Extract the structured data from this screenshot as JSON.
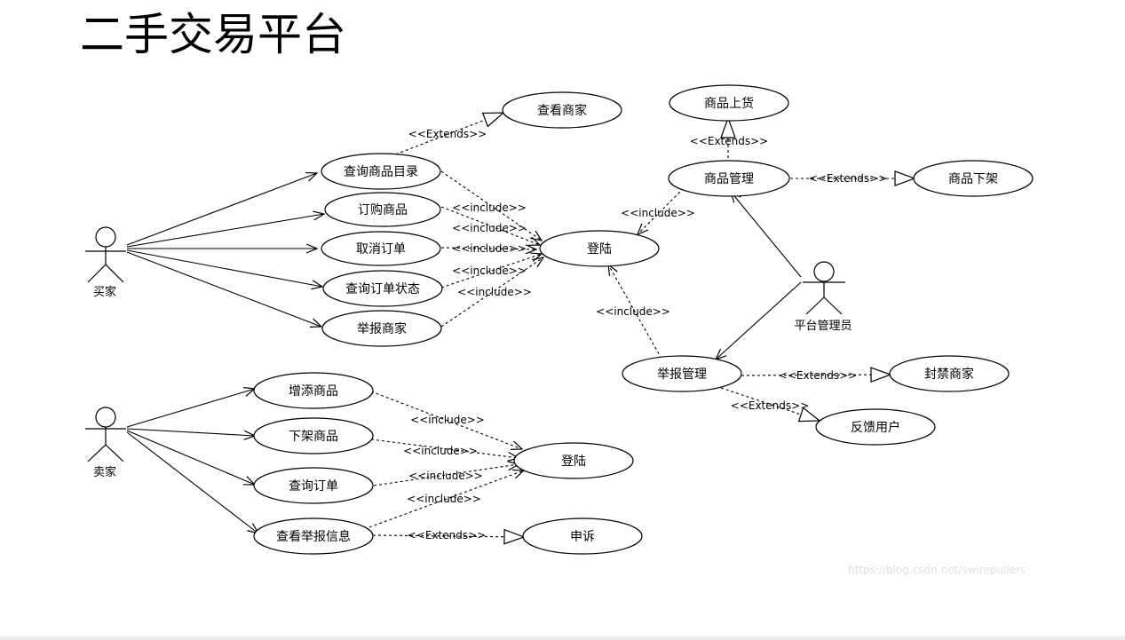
{
  "title": "二手交易平台",
  "watermark": "https://blog.csdn.net/swirepullers",
  "actors": {
    "buyer": "买家",
    "seller": "卖家",
    "admin": "平台管理员"
  },
  "use_cases": {
    "view_merchant": "查看商家",
    "query_catalog": "查询商品目录",
    "order_goods": "订购商品",
    "cancel_order": "取消订单",
    "query_order_status": "查询订单状态",
    "report_merchant": "举报商家",
    "login_main": "登陆",
    "product_listing": "商品上货",
    "product_management": "商品管理",
    "product_delist": "商品下架",
    "report_management": "举报管理",
    "ban_merchant": "封禁商家",
    "feedback_user": "反馈用户",
    "add_goods": "增添商品",
    "remove_goods": "下架商品",
    "query_order": "查询订单",
    "view_report_info": "查看举报信息",
    "login_seller": "登陆",
    "appeal": "申诉"
  },
  "relations": {
    "extends": "<<Extends>>",
    "include": "<<include>>"
  }
}
